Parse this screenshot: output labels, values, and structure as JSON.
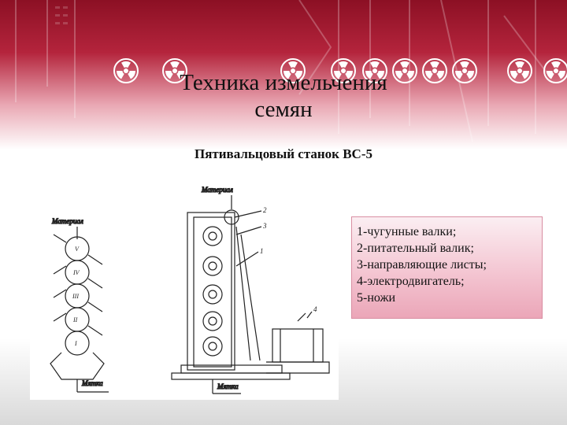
{
  "slide": {
    "title_line1": "Техника измельчения",
    "title_line2": "семян",
    "subtitle": "Пятивальцовый станок ВС-5",
    "legend": [
      "1-чугунные валки;",
      "2-питательный валик;",
      "3-направляющие листы;",
      "4-электродвигатель;",
      "5-ножи"
    ]
  },
  "figure": {
    "left_scheme": {
      "top_label": "Материал",
      "bottom_label": "Мятка",
      "roman_numerals": [
        "V",
        "IV",
        "III",
        "II",
        "I"
      ]
    },
    "right_drawing": {
      "top_label": "Материал",
      "bottom_label": "Мятка",
      "callouts": [
        "2",
        "3",
        "1",
        "4"
      ]
    }
  },
  "colors": {
    "accent": "#c8102e",
    "legend_bg": "#f3c2cf"
  }
}
